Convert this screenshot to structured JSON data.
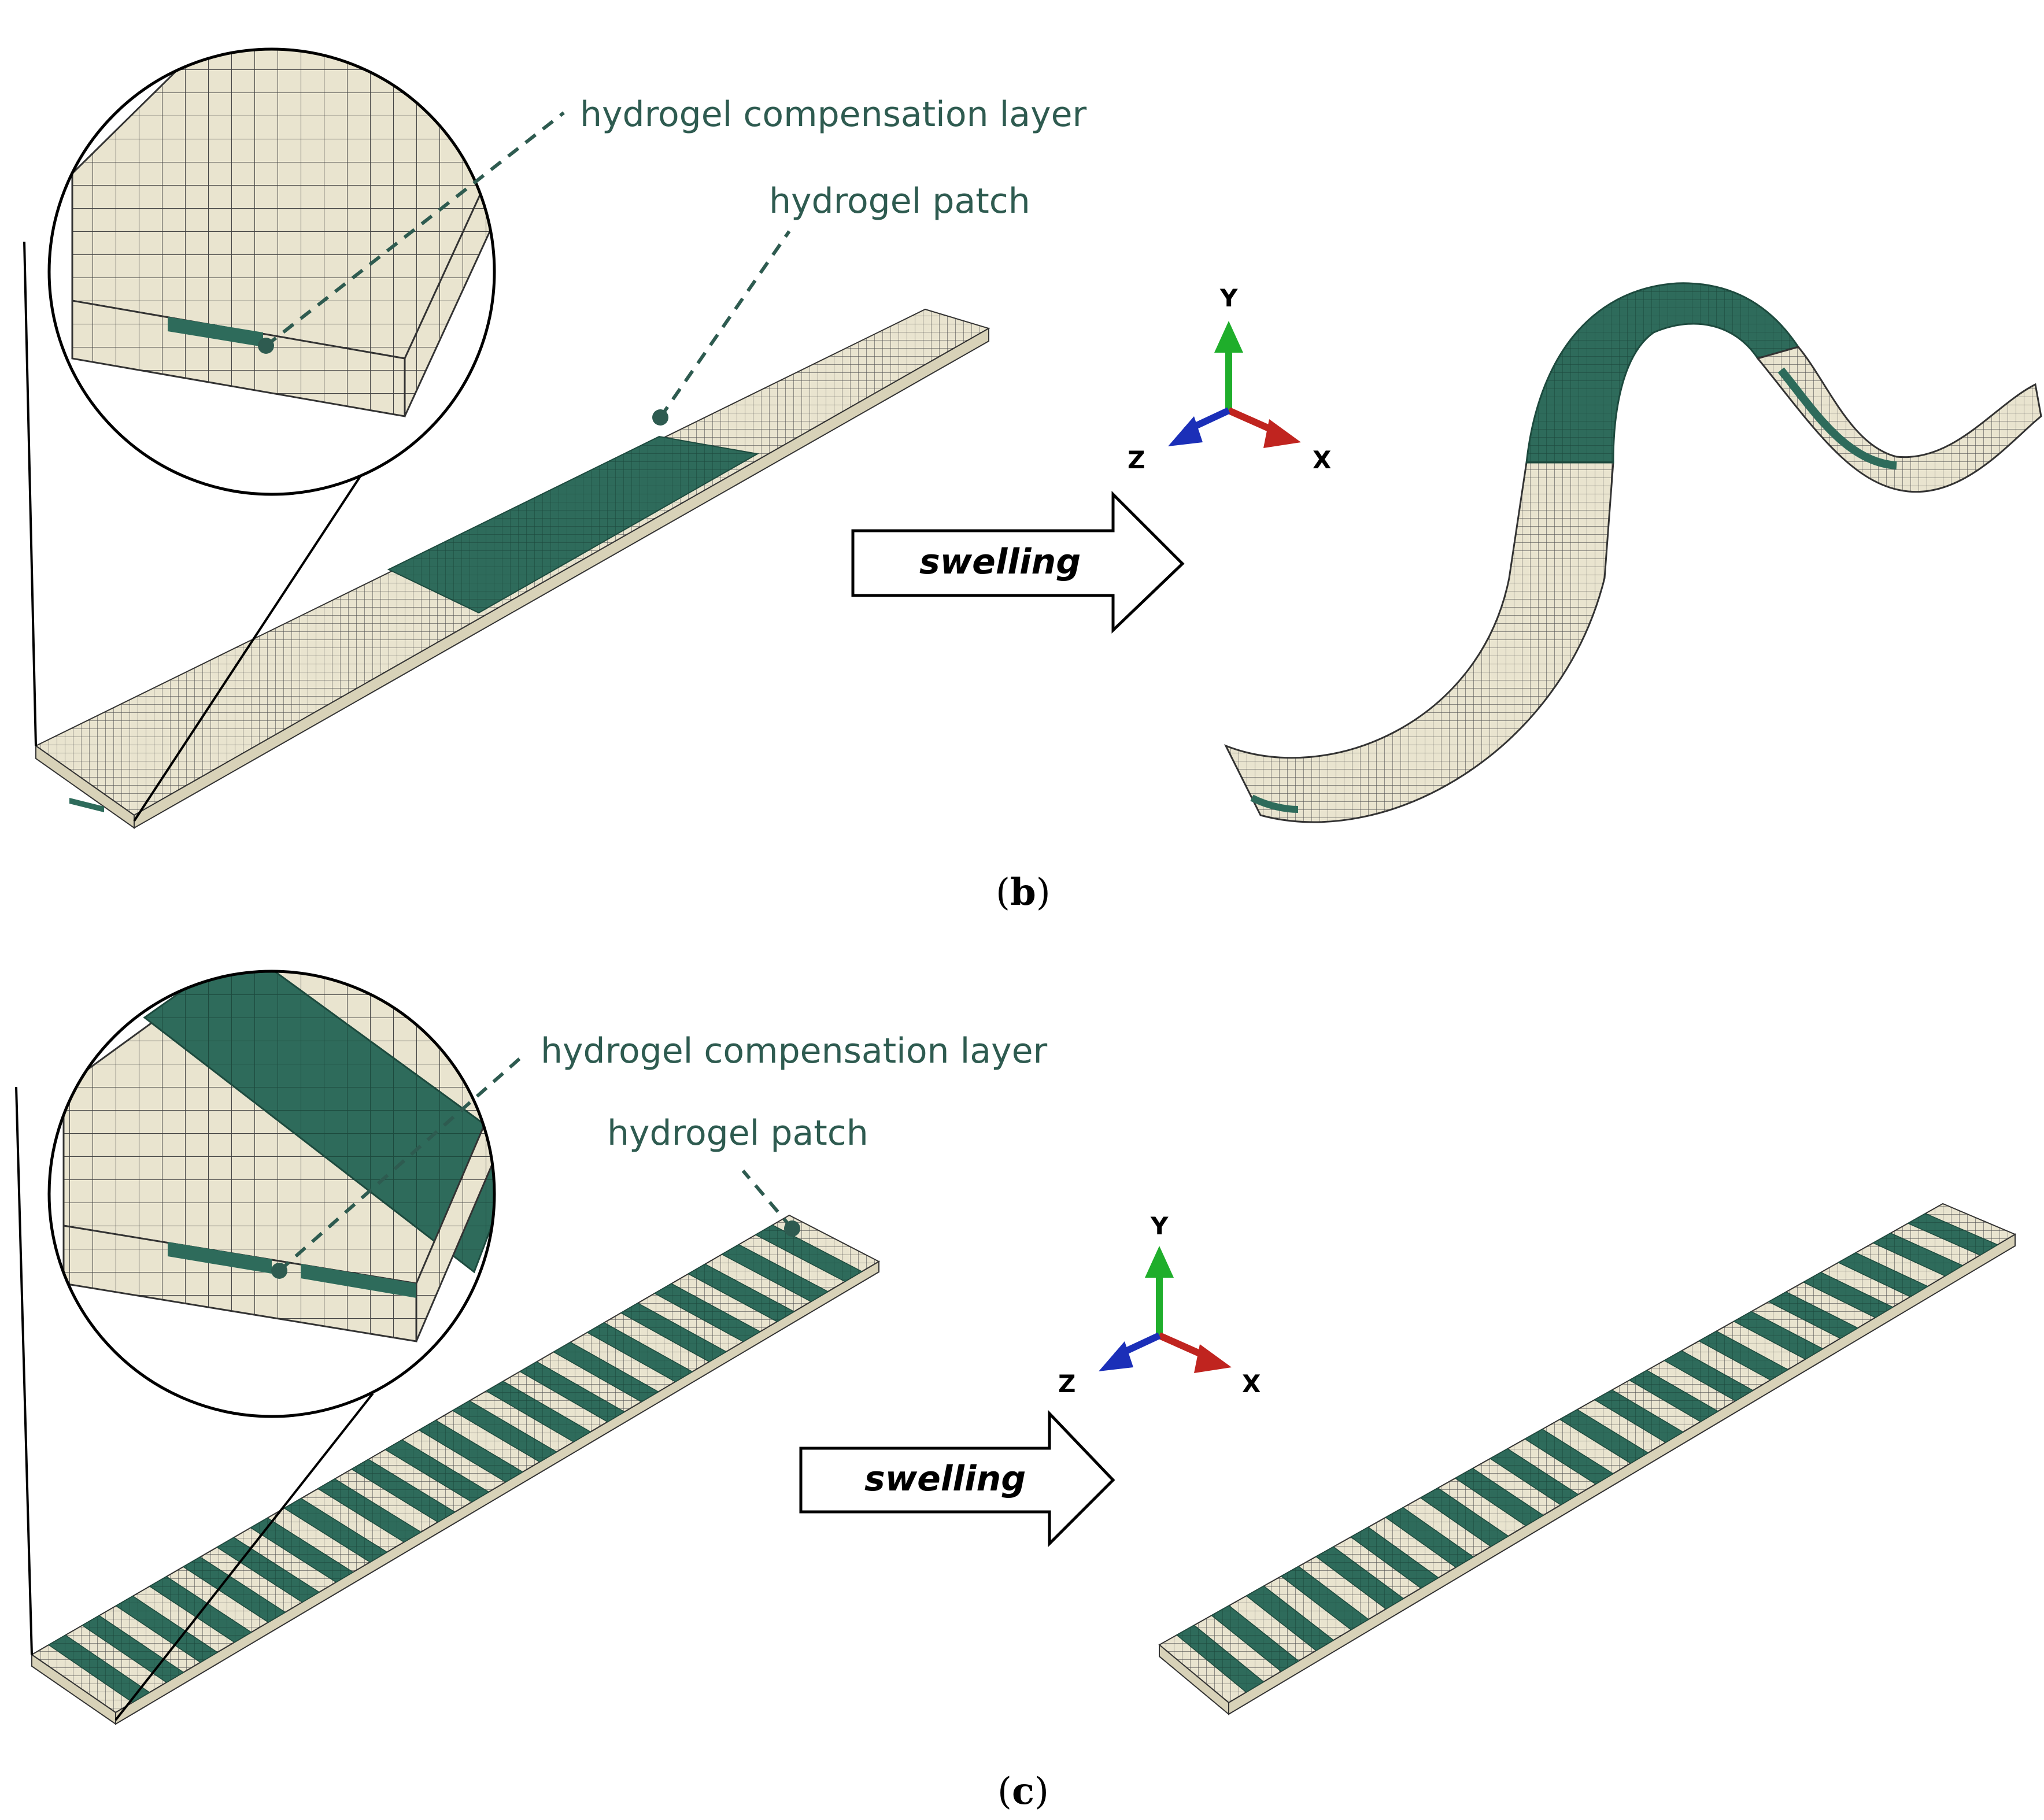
{
  "panel_b": {
    "label_compensation": "hydrogel compensation layer",
    "label_patch": "hydrogel patch",
    "arrow_text": "swelling",
    "axis_x": "X",
    "axis_y": "Y",
    "axis_z": "Z",
    "caption_letter": "b"
  },
  "panel_c": {
    "label_compensation": "hydrogel compensation layer",
    "label_patch": "hydrogel patch",
    "arrow_text": "swelling",
    "axis_x": "X",
    "axis_y": "Y",
    "axis_z": "Z",
    "caption_letter": "c",
    "stripe_count": 22
  },
  "colors": {
    "hydrogel": "#2e6b5b",
    "substrate": "#e9e4cf",
    "mesh_line": "#3a3a3a",
    "label_text": "#2e5b50",
    "axis_x": "#c0241f",
    "axis_y": "#1fae2b",
    "axis_z": "#1b2fb8"
  }
}
